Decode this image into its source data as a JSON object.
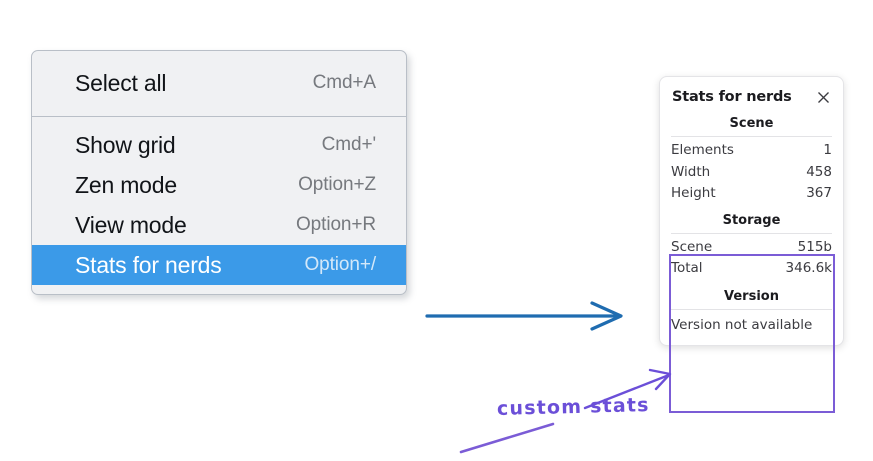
{
  "context_menu": {
    "name": "context-menu",
    "sections": [
      {
        "items": [
          {
            "label": "Select all",
            "shortcut": "Cmd+A",
            "selected": false
          }
        ]
      },
      {
        "items": [
          {
            "label": "Show grid",
            "shortcut": "Cmd+'",
            "selected": false
          },
          {
            "label": "Zen mode",
            "shortcut": "Option+Z",
            "selected": false
          },
          {
            "label": "View mode",
            "shortcut": "Option+R",
            "selected": false
          },
          {
            "label": "Stats for nerds",
            "shortcut": "Option+/",
            "selected": true
          }
        ]
      }
    ]
  },
  "stats_panel": {
    "title": "Stats for nerds",
    "close_icon": "close-icon",
    "sections": [
      {
        "heading": "Scene",
        "rows": [
          {
            "label": "Elements",
            "value": "1"
          },
          {
            "label": "Width",
            "value": "458"
          },
          {
            "label": "Height",
            "value": "367"
          }
        ]
      },
      {
        "heading": "Storage",
        "rows": [
          {
            "label": "Scene",
            "value": "515b"
          },
          {
            "label": "Total",
            "value": "346.6k"
          }
        ]
      },
      {
        "heading": "Version",
        "single": "Version not available"
      }
    ]
  },
  "annotations": {
    "handwritten_label": "custom stats",
    "arrow_blue": "arrow-menu-to-panel",
    "arrow_purple": "arrow-label-to-box",
    "underline_purple": "underline-stroke"
  },
  "colors": {
    "menu_background": "#f0f1f3",
    "menu_border": "#b9bfc7",
    "selection_blue": "#3b9ae8",
    "shortcut_gray": "#76797e",
    "panel_background": "#ffffff",
    "annotation_purple": "#6b4fd8",
    "annotation_blue": "#1f6cb0"
  }
}
